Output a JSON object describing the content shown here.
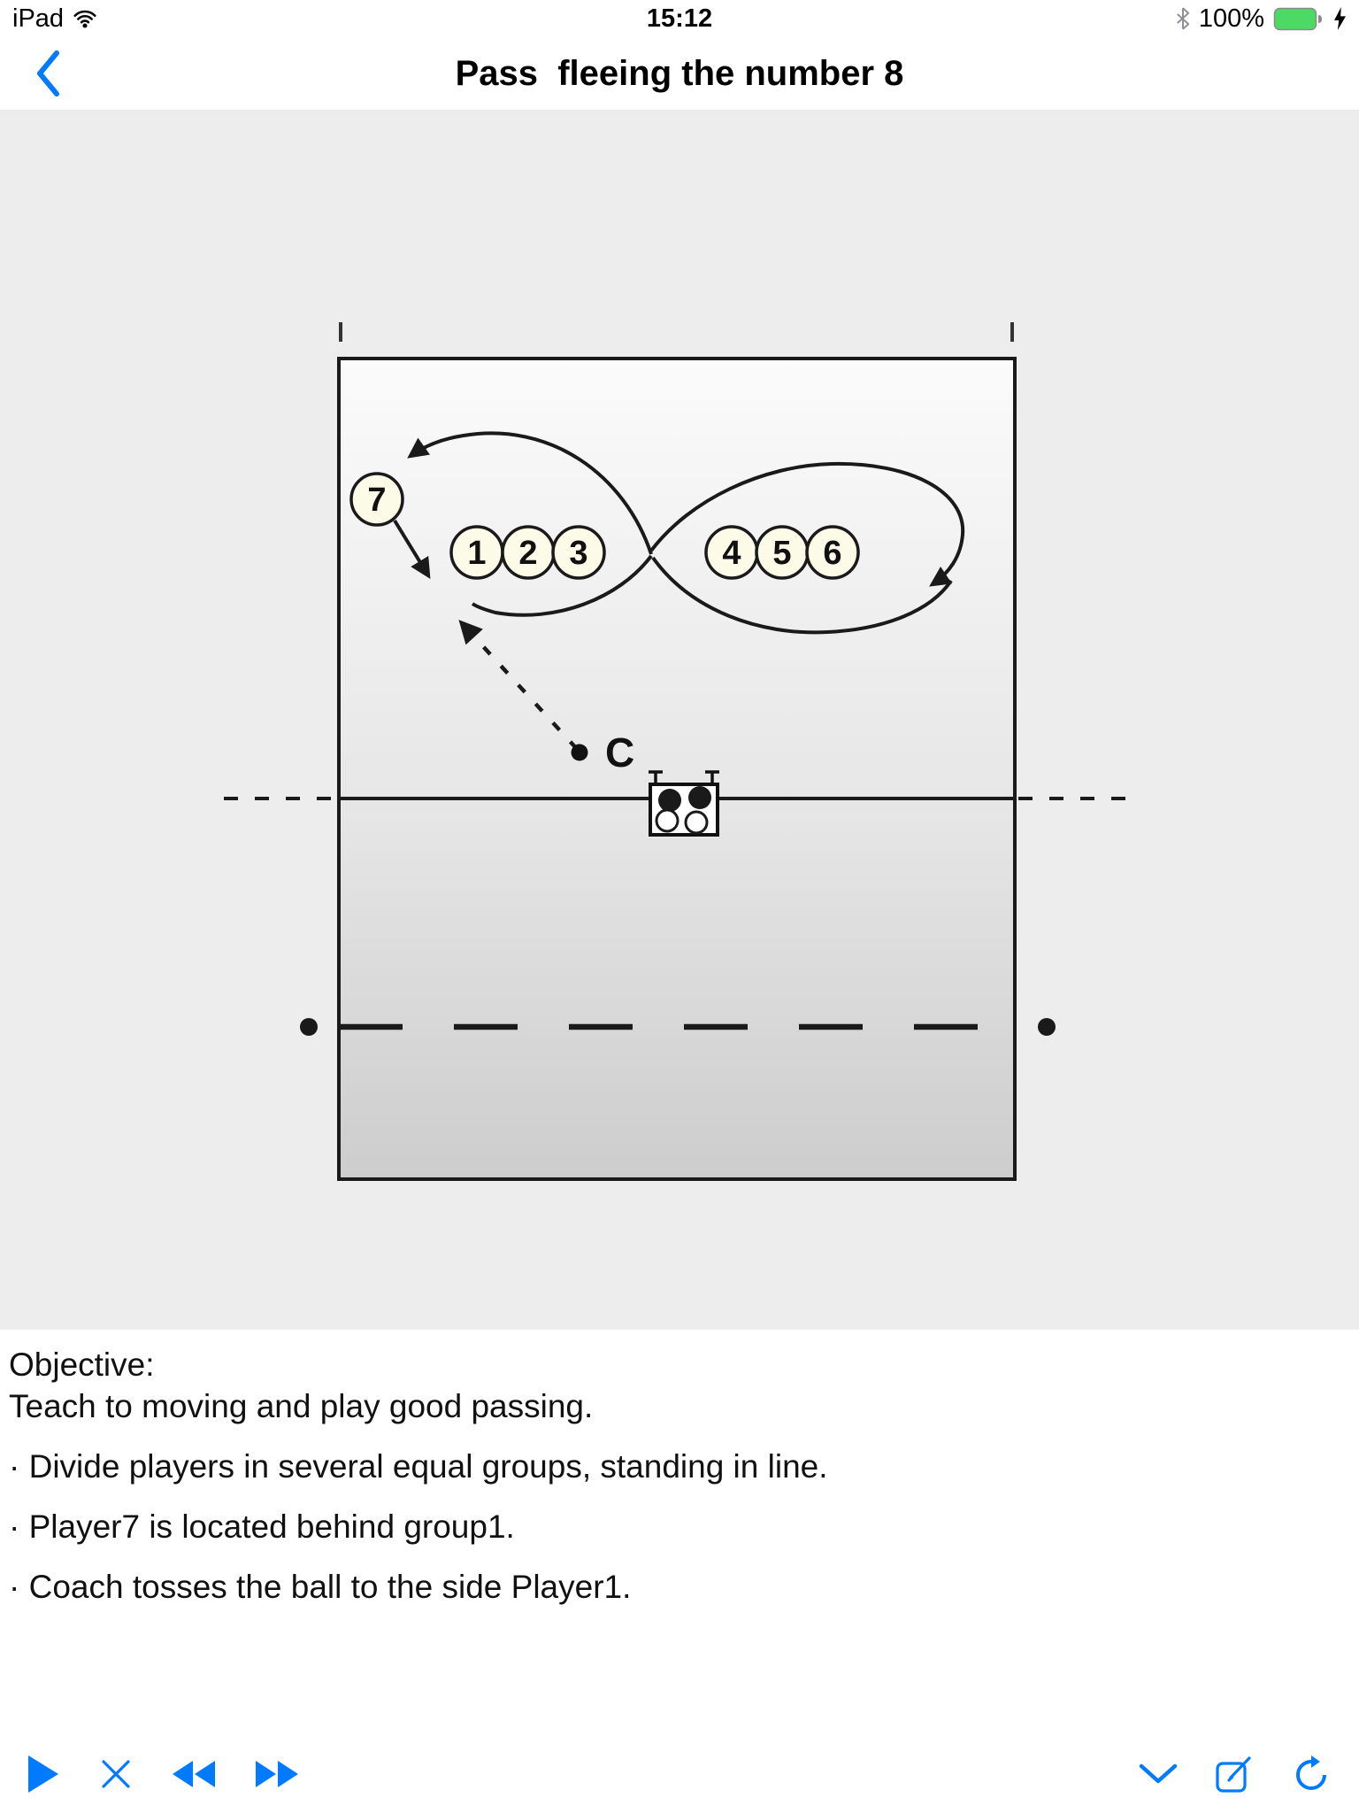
{
  "status_bar": {
    "device": "iPad",
    "time": "15:12",
    "battery_percent": "100%"
  },
  "nav_bar": {
    "title": "Pass  fleeing the number 8"
  },
  "diagram": {
    "players": {
      "p7": "7",
      "p1": "1",
      "p2": "2",
      "p3": "3",
      "p4": "4",
      "p5": "5",
      "p6": "6"
    },
    "coach_label": "C"
  },
  "body_text": {
    "objective_label": "Objective:",
    "objective": "Teach to moving and play good passing.",
    "bullets": [
      "· Divide players in several equal groups, standing in line.",
      "· Player7 is located behind group1.",
      "· Coach tosses the ball to the side Player1."
    ]
  },
  "colors": {
    "accent": "#007aff",
    "battery_green": "#4cd964",
    "diagram_bg": "#ededed"
  }
}
